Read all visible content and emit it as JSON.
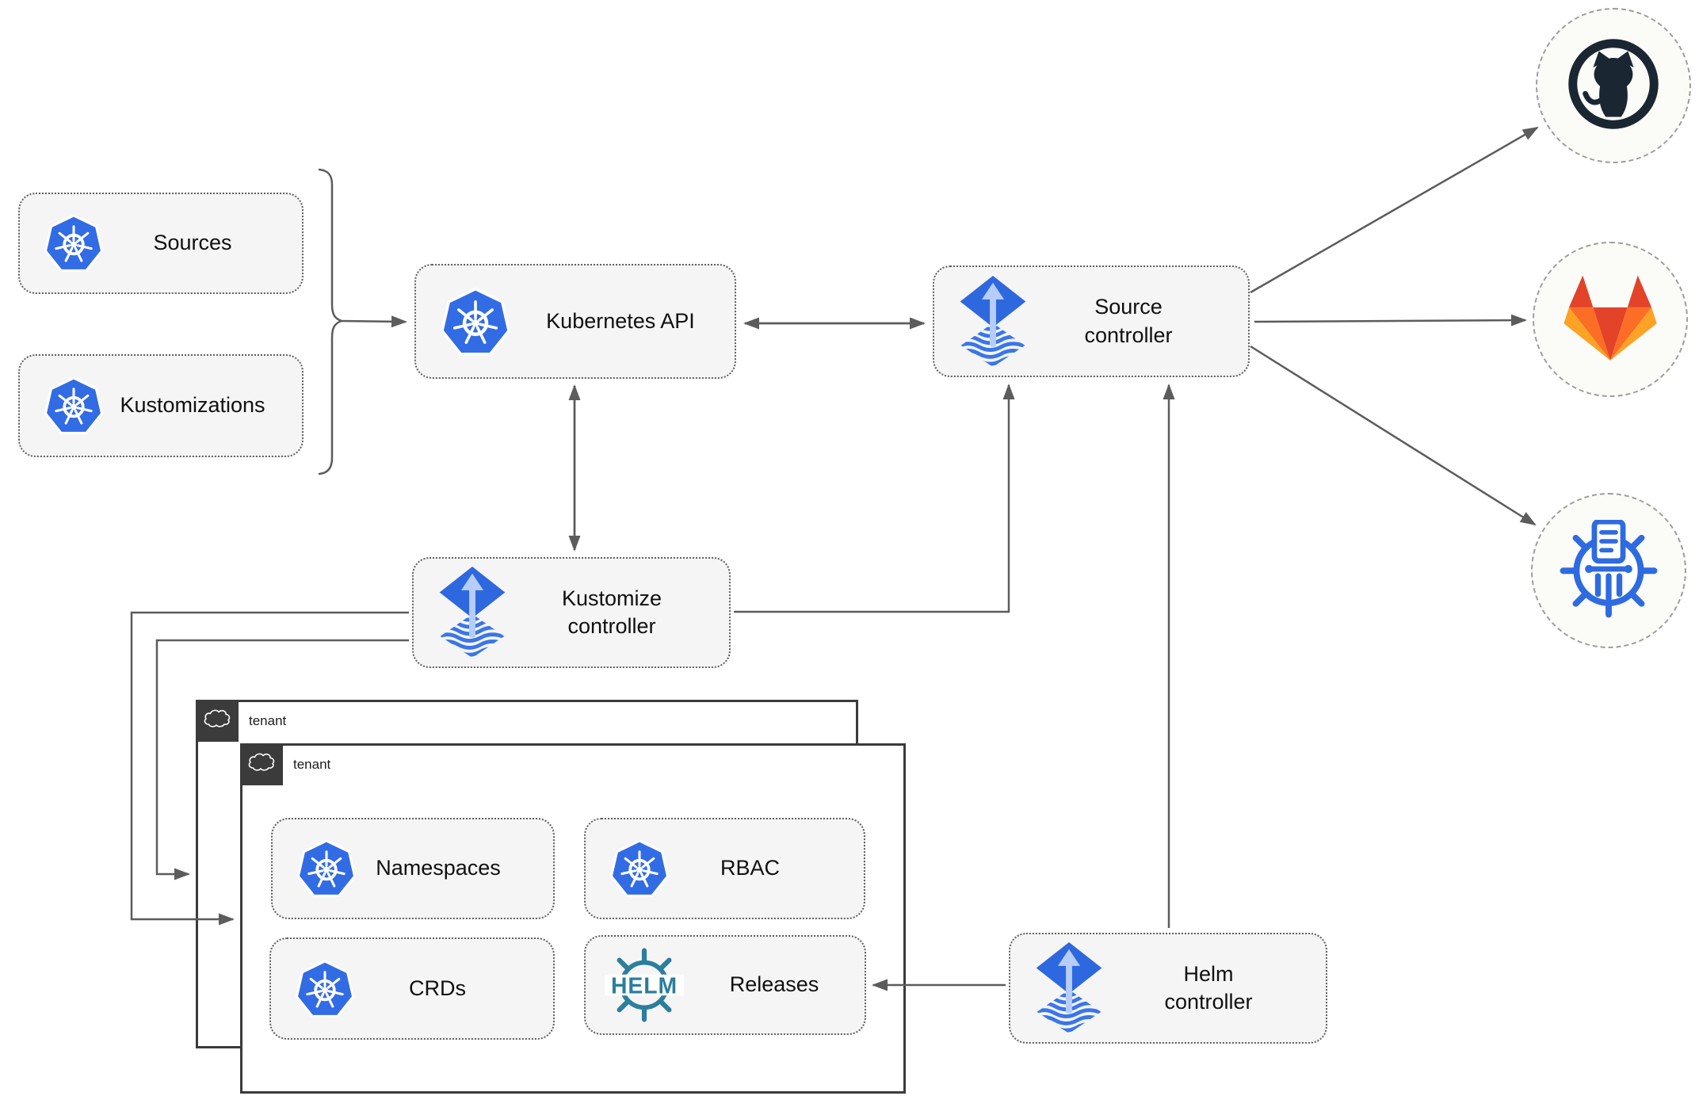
{
  "diagram": {
    "nodes": {
      "sources": {
        "label": "Sources"
      },
      "kustomizations": {
        "label": "Kustomizations"
      },
      "kubernetes_api": {
        "label": "Kubernetes API"
      },
      "source_controller": {
        "label": "Source controller"
      },
      "kustomize_controller": {
        "label": "Kustomize controller"
      },
      "helm_controller": {
        "label": "Helm controller"
      },
      "namespaces": {
        "label": "Namespaces"
      },
      "rbac": {
        "label": "RBAC"
      },
      "crds": {
        "label": "CRDs"
      },
      "releases": {
        "label": "Releases"
      }
    },
    "groups": {
      "outer_tenant": {
        "label": "tenant"
      },
      "inner_tenant": {
        "label": "tenant"
      }
    },
    "icons": {
      "kubernetes": "kubernetes-wheel",
      "flux": "flux-gitops-diamond",
      "helm": "helm-wheel",
      "helm_wordmark": "HELM",
      "github": "github-octocat",
      "gitlab": "gitlab-tanuki",
      "chartmuseum": "chartmuseum-pillar",
      "cloud": "cloud"
    },
    "colors": {
      "kubernetes_blue": "#326ce5",
      "flux_blue": "#2e68df",
      "flux_arrow_light": "#b5cdf8",
      "helm_teal": "#2b7e9c",
      "chartmuseum_blue": "#2f6be0",
      "github_dark": "#1a2632",
      "gitlab_red": "#e24329",
      "gitlab_orange": "#fc6d26",
      "gitlab_yellow": "#fca326",
      "node_fill": "#f5f5f5",
      "line_gray": "#5c5c5c",
      "tenant_dark": "#3b3b3b"
    }
  }
}
